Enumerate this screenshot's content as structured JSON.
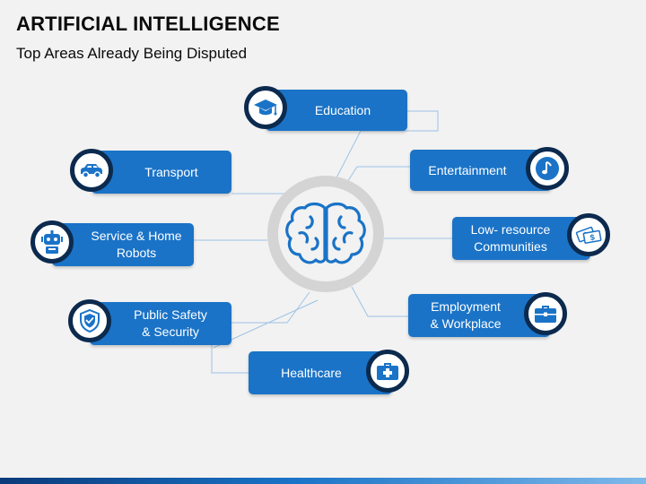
{
  "header": {
    "title": "ARTIFICIAL INTELLIGENCE",
    "subtitle": "Top Areas Already Being Disputed"
  },
  "hub": {
    "icon": "brain-icon"
  },
  "topics": {
    "education": {
      "label": "Education",
      "icon": "graduation-cap-icon"
    },
    "transport": {
      "label": "Transport",
      "icon": "car-icon"
    },
    "robots": {
      "label": "Service & Home\nRobots",
      "icon": "robot-icon"
    },
    "safety": {
      "label": "Public Safety\n& Security",
      "icon": "shield-check-icon"
    },
    "healthcare": {
      "label": "Healthcare",
      "icon": "first-aid-kit-icon"
    },
    "entertainment": {
      "label": "Entertainment",
      "icon": "music-note-icon"
    },
    "communities": {
      "label": "Low- resource\nCommunities",
      "icon": "money-icon"
    },
    "employment": {
      "label": "Employment\n& Workplace",
      "icon": "briefcase-icon"
    }
  },
  "colors": {
    "accent": "#1a73c7",
    "badge_ring": "#0c2a4e",
    "hub": "#d4d4d4",
    "background": "#f2f2f2"
  }
}
